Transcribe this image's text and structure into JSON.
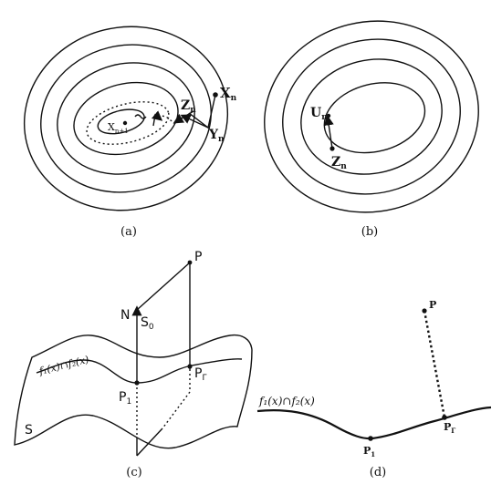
{
  "panels": {
    "a": {
      "caption": "(a)",
      "labels": {
        "x_n": "X",
        "x_n_sub": "n",
        "y_n": "Y",
        "y_n_sub": "n",
        "z_n": "Z",
        "z_n_sub": "n",
        "x_n1": "X",
        "x_n1_sub": "n+1"
      }
    },
    "b": {
      "caption": "(b)",
      "labels": {
        "u_n": "U",
        "u_n_sub": "n",
        "z_n": "Z",
        "z_n_sub": "n"
      }
    },
    "c": {
      "caption": "(c)",
      "labels": {
        "p": "P",
        "n": "N",
        "s0": "S",
        "s0_sub": "0",
        "s": "S",
        "p1": "P",
        "p1_sub": "1",
        "pt": "P",
        "pt_sub": "Γ",
        "f_intersection": "f₁(x)∩f₂(x)"
      }
    },
    "d": {
      "caption": "(d)",
      "labels": {
        "p": "P",
        "p1": "P",
        "p1_sub": "1",
        "pt": "P",
        "pt_sub": "Γ",
        "f_intersection": "f₁(x)∩f₂(x)"
      }
    }
  }
}
